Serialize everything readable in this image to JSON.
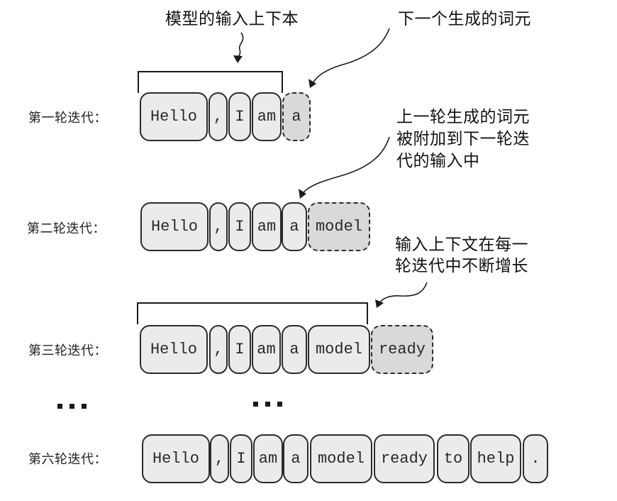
{
  "callouts": {
    "model_input_context": [
      "模型的输入上下本"
    ],
    "next_generated_token": [
      "下一个生成的词元"
    ],
    "prev_token_appended": [
      "上一轮生成的词元",
      "被附加到下一轮迭",
      "代的输入中"
    ],
    "context_grows": [
      "输入上下文在每一",
      "轮迭代中不断增长"
    ]
  },
  "rows": [
    {
      "label": "第一轮迭代：",
      "tokens": [
        {
          "text": "Hello",
          "new": false
        },
        {
          "text": ",",
          "new": false
        },
        {
          "text": "I",
          "new": false
        },
        {
          "text": "am",
          "new": false
        },
        {
          "text": "a",
          "new": true
        }
      ]
    },
    {
      "label": "第二轮迭代：",
      "tokens": [
        {
          "text": "Hello",
          "new": false
        },
        {
          "text": ",",
          "new": false
        },
        {
          "text": "I",
          "new": false
        },
        {
          "text": "am",
          "new": false
        },
        {
          "text": "a",
          "new": false
        },
        {
          "text": "model",
          "new": true
        }
      ]
    },
    {
      "label": "第三轮迭代：",
      "tokens": [
        {
          "text": "Hello",
          "new": false
        },
        {
          "text": ",",
          "new": false
        },
        {
          "text": "I",
          "new": false
        },
        {
          "text": "am",
          "new": false
        },
        {
          "text": "a",
          "new": false
        },
        {
          "text": "model",
          "new": false
        },
        {
          "text": "ready",
          "new": true
        }
      ]
    },
    {
      "label": "第六轮迭代：",
      "tokens": [
        {
          "text": "Hello",
          "new": false
        },
        {
          "text": ",",
          "new": false
        },
        {
          "text": "I",
          "new": false
        },
        {
          "text": "am",
          "new": false
        },
        {
          "text": "a",
          "new": false
        },
        {
          "text": "model",
          "new": false
        },
        {
          "text": "ready",
          "new": false
        },
        {
          "text": "to",
          "new": false
        },
        {
          "text": "help",
          "new": false
        },
        {
          "text": ".",
          "new": false
        }
      ]
    }
  ],
  "ellipsis": "...",
  "colors": {
    "token_fill": "#ebebeb",
    "new_token_fill": "#d9d9d9",
    "stroke": "#2b2b2b"
  }
}
